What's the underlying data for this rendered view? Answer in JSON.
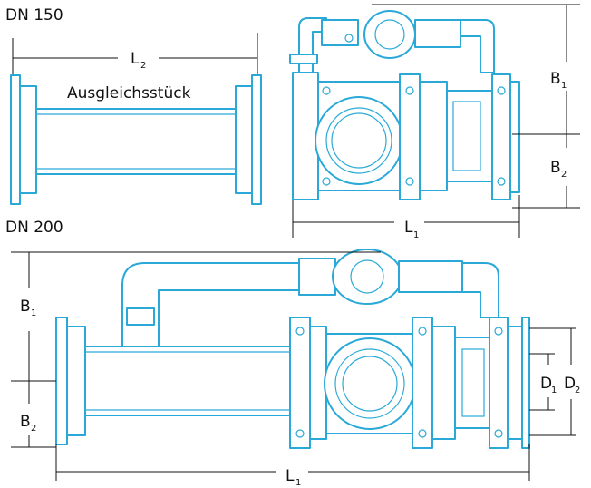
{
  "section_dn150": {
    "title": "DN 150",
    "part_label": "Ausgleichsstück",
    "dim_L2": {
      "main": "L",
      "sub": "2"
    },
    "dim_L1": {
      "main": "L",
      "sub": "1"
    },
    "dim_B1": {
      "main": "B",
      "sub": "1"
    },
    "dim_B2": {
      "main": "B",
      "sub": "2"
    }
  },
  "section_dn200": {
    "title": "DN 200",
    "dim_B1": {
      "main": "B",
      "sub": "1"
    },
    "dim_B2": {
      "main": "B",
      "sub": "2"
    },
    "dim_D1": {
      "main": "D",
      "sub": "1"
    },
    "dim_D2": {
      "main": "D",
      "sub": "2"
    },
    "dim_L1": {
      "main": "L",
      "sub": "1"
    }
  },
  "colors": {
    "line_art": "#2aa9d8",
    "dimension": "#111111"
  }
}
